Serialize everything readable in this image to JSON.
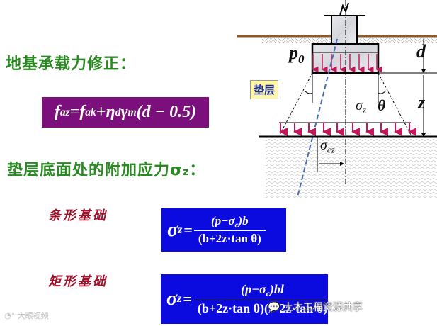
{
  "headings": {
    "bearing_correction": "地基承载力修正：",
    "additional_stress": "垫层底面处的附加应力σ",
    "additional_stress_sub": "z",
    "additional_stress_colon": "："
  },
  "formulas": {
    "bearing": {
      "lhs": "f",
      "lhs_sub": "az",
      "eq": " = ",
      "t1": "f",
      "t1_sub": "ak",
      "plus": " + ",
      "eta": "η",
      "eta_sub": "d",
      "gamma": "γ",
      "gamma_sub": "m",
      "tail": "(d − 0.5)"
    },
    "strip": {
      "label": "条形基础",
      "lhs": "σ",
      "lhs_sub": "z",
      "eq": "=",
      "num_a": "(p−σ",
      "num_sub": "c",
      "num_b": ")b",
      "den": "(b+2z·tan θ)"
    },
    "rect": {
      "label": "矩形基础",
      "lhs": "σ",
      "lhs_sub": "z",
      "eq": "=",
      "num_a": "(p−σ",
      "num_sub": "c",
      "num_b": ")bl",
      "den": "(b+2z·tan θ)(l+2z·tan θ)"
    }
  },
  "diagram": {
    "pad_label": "垫层",
    "p0": "p",
    "p0_sub": "0",
    "d": "d",
    "z": "z",
    "sigma_z": "σ",
    "sigma_z_sub": "z",
    "theta": "θ",
    "sigma_cz": "σ",
    "sigma_cz_sub": "cz",
    "colors": {
      "arrow": "#c2185b",
      "ground": "#8b5a2b",
      "axis_dash": "#4a6db5"
    }
  },
  "watermarks": {
    "bottom_left": "大眼视频",
    "bottom_right": "土木工程资源共享"
  }
}
